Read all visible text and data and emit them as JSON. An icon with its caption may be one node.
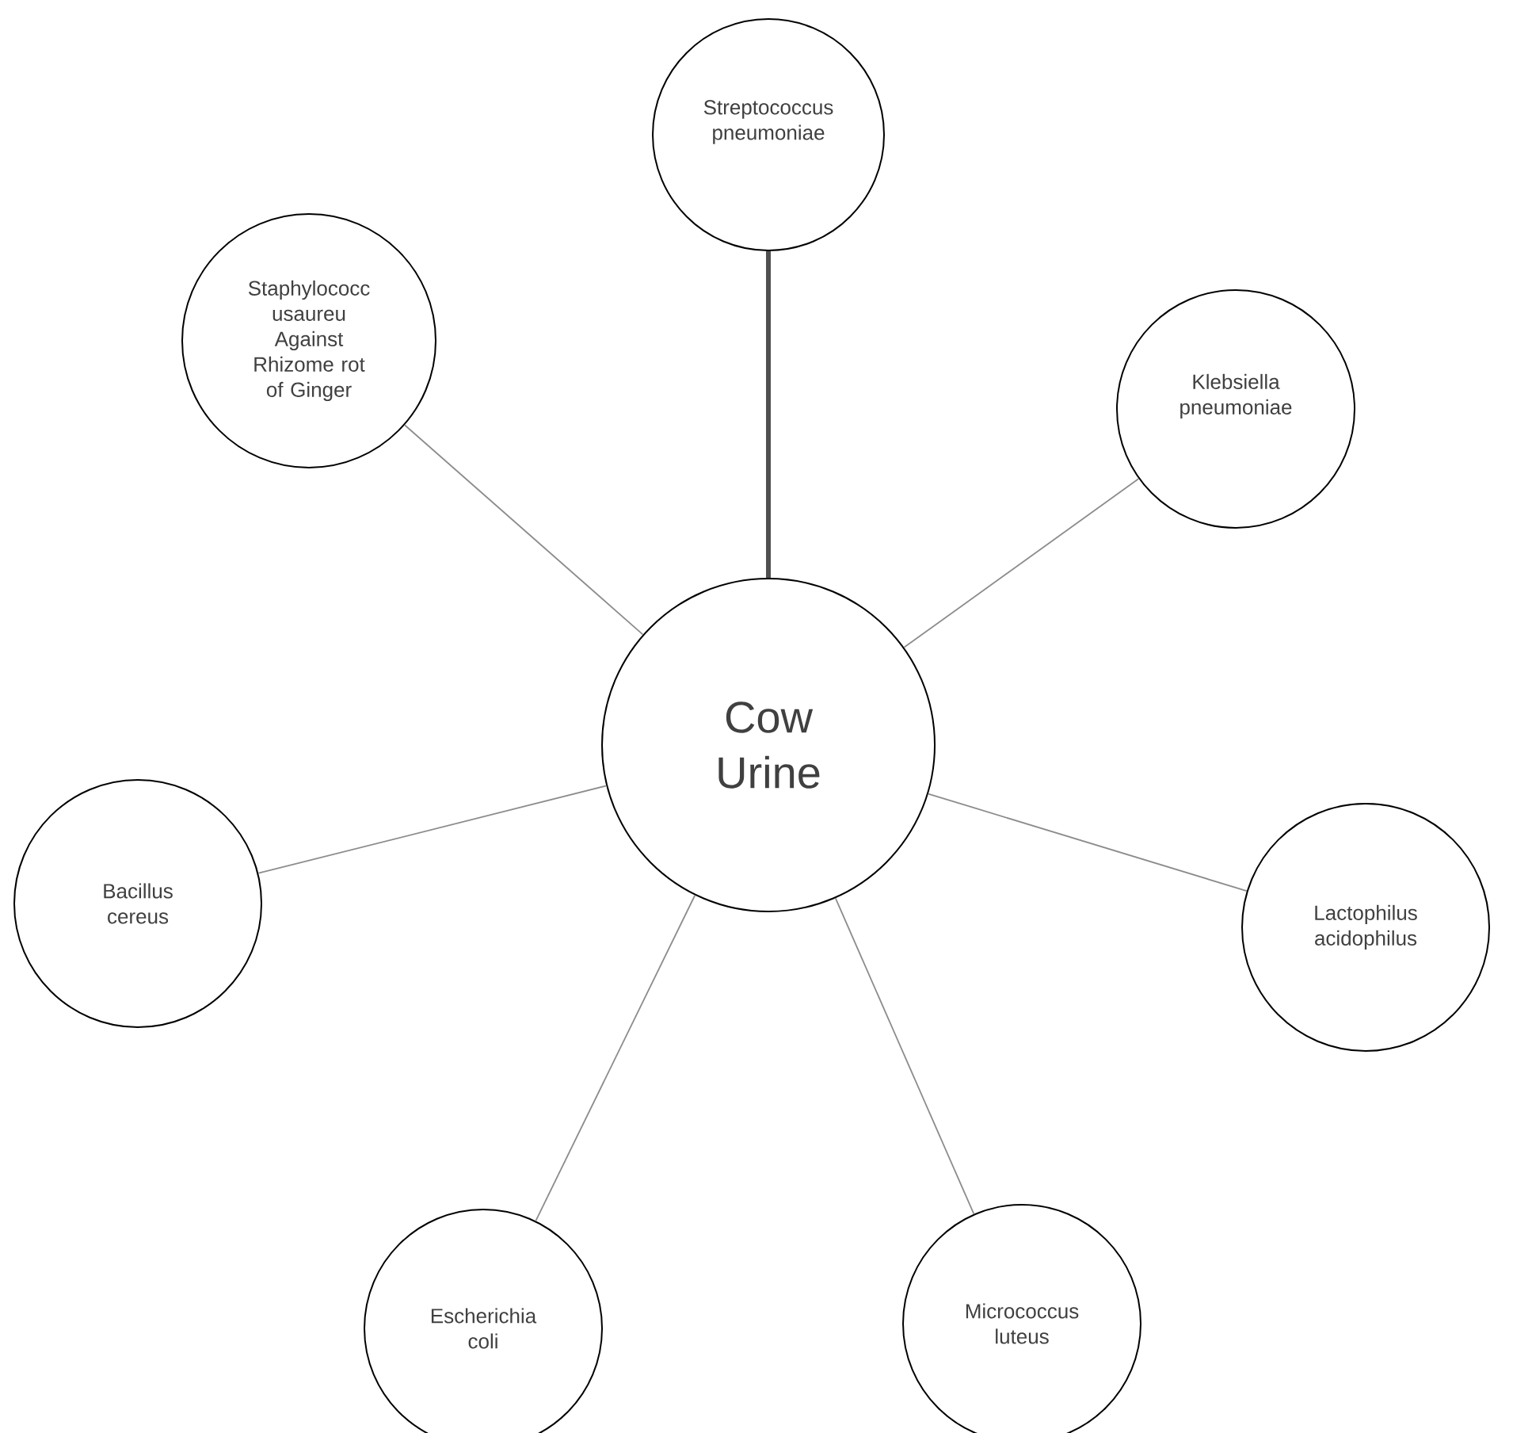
{
  "diagram": {
    "nodes": [
      {
        "text": [
          "Streptococcus pneumoniae"
        ]
      },
      {
        "text": [
          "Staphylococc usaureu Against Rhizome rot of Ginger"
        ]
      },
      {
        "text": [
          "Klebsiella pneumoniae"
        ]
      },
      {
        "text": [
          "Cow Urine"
        ]
      },
      {
        "text": [
          "Bacillus cereus"
        ]
      },
      {
        "text": [
          "Lactophilus acidophilus"
        ]
      },
      {
        "text": [
          "Escherichia coli"
        ]
      },
      {
        "text": [
          "Micrococcus luteus"
        ]
      }
    ],
    "edges": [
      {
        "from": 3,
        "to": 0,
        "arrow": "none",
        "style": "thick",
        "color": "#505050"
      },
      {
        "from": 3,
        "to": 1,
        "arrow": "none"
      },
      {
        "from": 3,
        "to": 2,
        "arrow": "none"
      },
      {
        "from": 3,
        "to": 4,
        "arrow": "none"
      },
      {
        "from": 3,
        "to": 5,
        "arrow": "none"
      },
      {
        "from": 3,
        "to": 6,
        "arrow": "none"
      },
      {
        "from": 3,
        "to": 7,
        "arrow": "none"
      }
    ]
  }
}
